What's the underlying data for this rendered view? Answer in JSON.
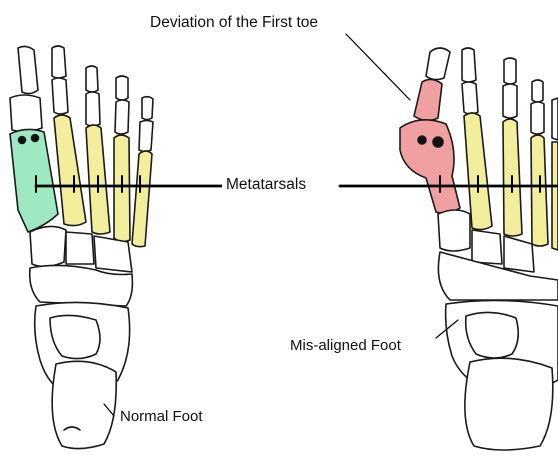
{
  "labels": {
    "deviation": "Deviation of the First toe",
    "metatarsals": "Metatarsals",
    "misaligned": "Mis-aligned Foot",
    "normal": "Normal Foot"
  },
  "colors": {
    "normal_first_metatarsal": "#9ee8c2",
    "deviated_first_toe": "#f0a0a0",
    "other_metatarsals": "#f3ee9c",
    "bone_outline": "#1a1a1a",
    "background": "#ffffff"
  }
}
